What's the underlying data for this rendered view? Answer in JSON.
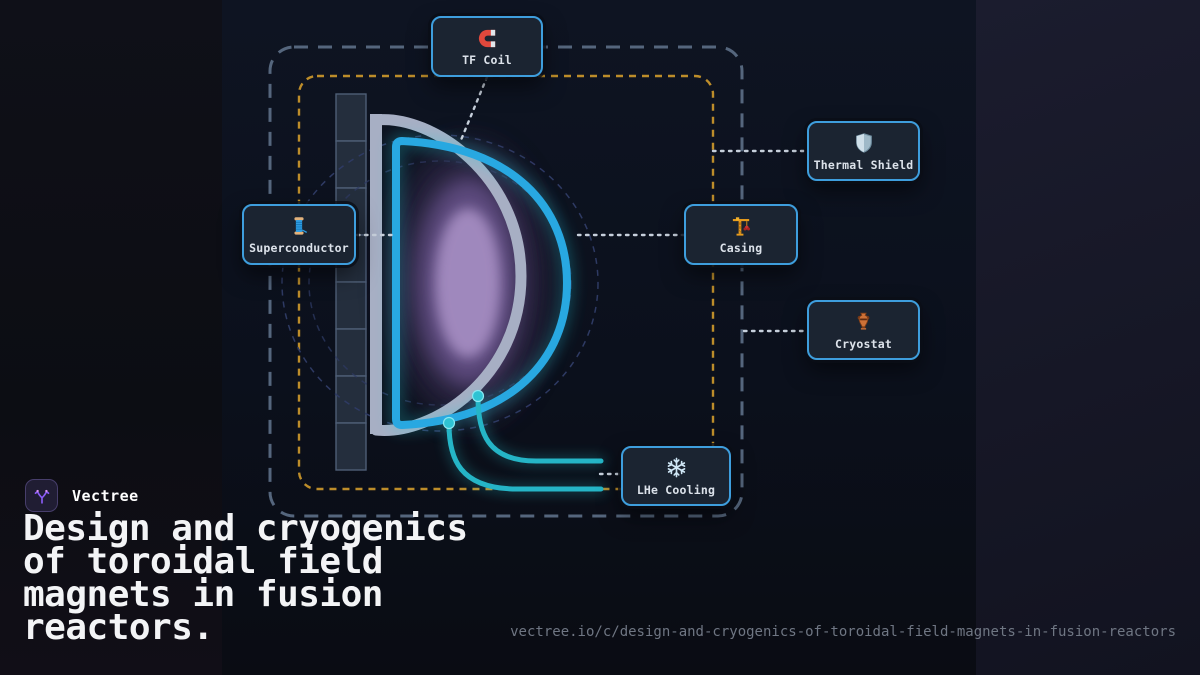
{
  "brand": {
    "name": "Vectree"
  },
  "title": "Design and cryogenics of toroidal field magnets in fusion reactors.",
  "url": "vectree.io/c/design-and-cryogenics-of-toroidal-field-magnets-in-fusion-reactors",
  "diagram": {
    "nodes": {
      "tf_coil": {
        "label": "TF Coil",
        "icon": "magnet-icon"
      },
      "thermal_shield": {
        "label": "Thermal Shield",
        "icon": "shield-icon"
      },
      "superconductor": {
        "label": "Superconductor",
        "icon": "thread-spool-icon"
      },
      "casing": {
        "label": "Casing",
        "icon": "crane-icon"
      },
      "cryostat": {
        "label": "Cryostat",
        "icon": "amphora-icon"
      },
      "lhe_cooling": {
        "label": "LHe Cooling",
        "icon": "snowflake-icon"
      }
    },
    "palette": {
      "node_border_blue": "#3e9edd",
      "tf_coil_blue": "#28a8e1",
      "cooling_pipe_teal": "#25b5c6",
      "casing_silver": "#a7afc4",
      "thermal_boundary_yellow": "#bd8d2a",
      "cryostat_boundary_slate": "#55667d",
      "plasma_purple": "#a78fc4",
      "connector_dotted": "#c7d0dc",
      "brand_accent_purple": "#8b5cf6",
      "background_dark": "#0b0c11"
    }
  }
}
